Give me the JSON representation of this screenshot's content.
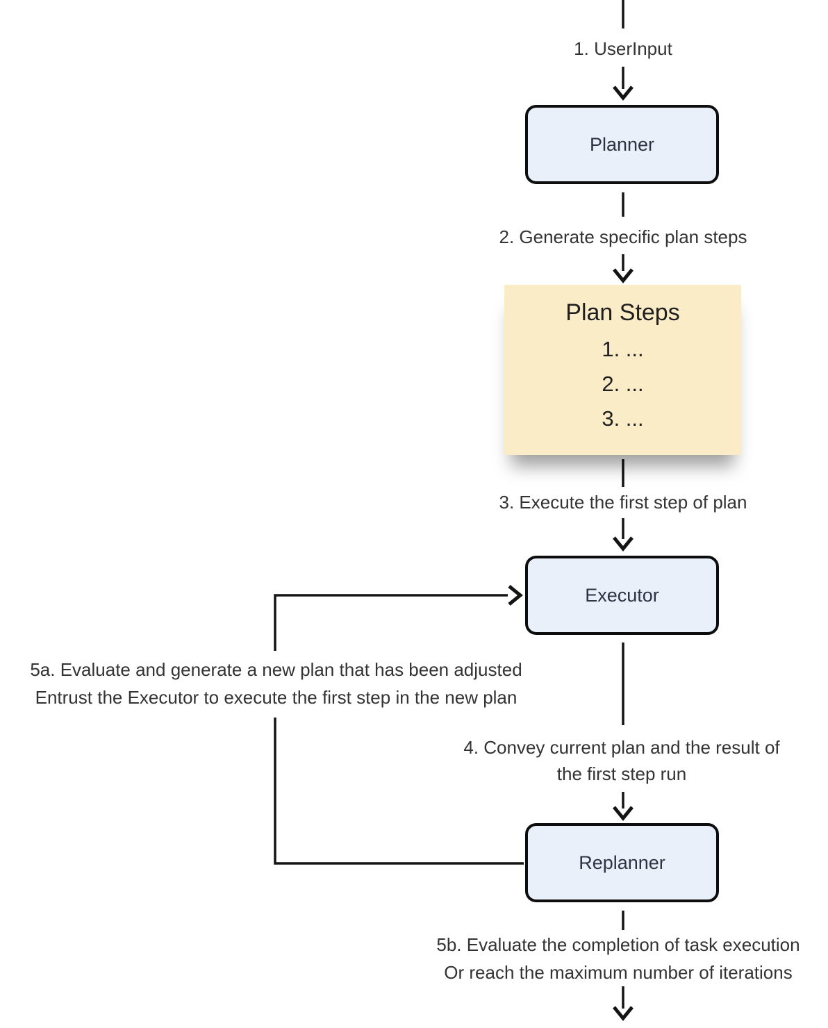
{
  "diagram": {
    "nodes": {
      "planner": {
        "label": "Planner"
      },
      "executor": {
        "label": "Executor"
      },
      "replanner": {
        "label": "Replanner"
      },
      "plan_steps": {
        "title": "Plan Steps",
        "items": [
          "1. ...",
          "2. ...",
          "3. ..."
        ]
      }
    },
    "labels": {
      "step1": "1. UserInput",
      "step2": "2. Generate specific plan steps",
      "step3": "3. Execute the first step of plan",
      "step4_line1": "4. Convey current plan and the result of",
      "step4_line2": "the first step run",
      "step5a_line1": "5a. Evaluate and generate a new plan that has been adjusted",
      "step5a_line2": "Entrust the Executor to execute the first step in the new plan",
      "step5b_line1": "5b. Evaluate the completion of task execution",
      "step5b_line2": "Or reach the maximum number of iterations"
    },
    "colors": {
      "line": "#141414",
      "node_fill": "#EAF0FA",
      "node_border": "#0d0d0d",
      "node_text": "#2b3442",
      "plan_fill": "#FAECC7",
      "label_text": "#333333"
    }
  }
}
